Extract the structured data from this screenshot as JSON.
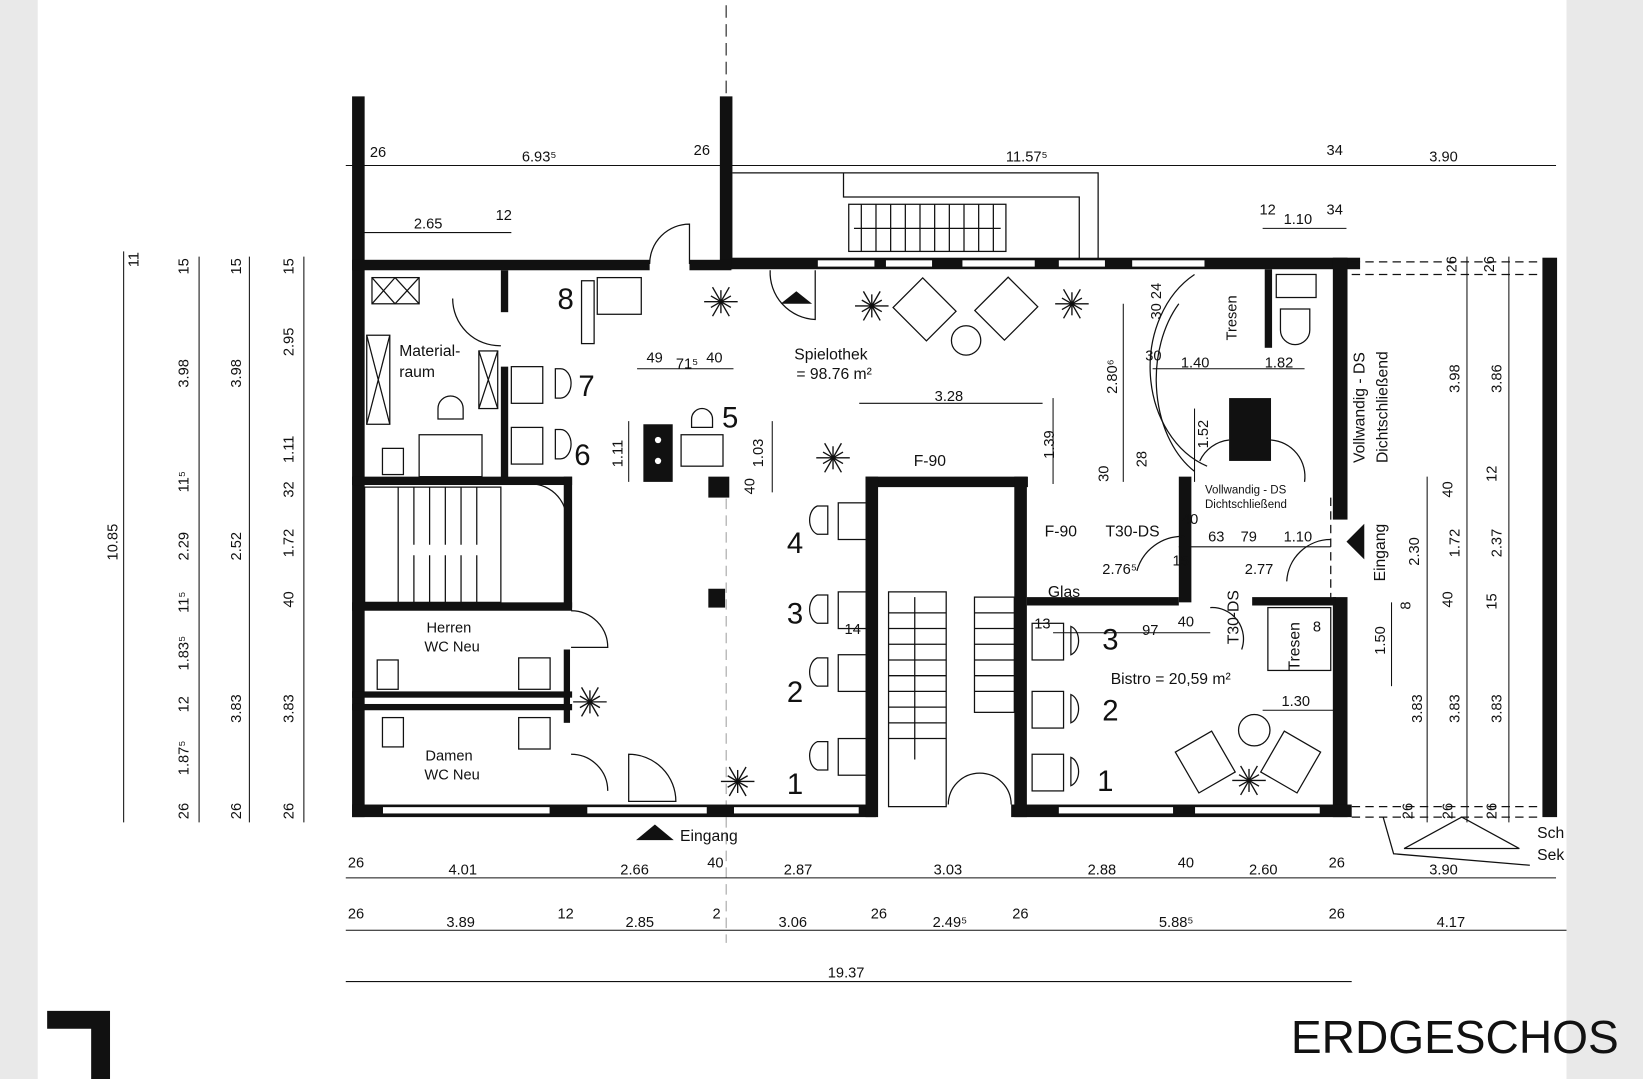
{
  "title": "ERDGESCHOS",
  "rooms": {
    "spielothek": "Spielothek",
    "spielothek_area": "= 98.76 m²",
    "material_1": "Material-",
    "material_2": "raum",
    "herren_1": "Herren",
    "herren_2": "WC Neu",
    "damen_1": "Damen",
    "damen_2": "WC Neu",
    "bistro": "Bistro = 20,59 m²",
    "tresen_top": "Tresen",
    "tresen_bistro": "Tresen"
  },
  "labels": {
    "f90_top": "F-90",
    "f90_side": "F-90",
    "t30ds_1": "T30-DS",
    "t30ds_2": "T30-DS",
    "glas": "Glas",
    "eingang_bottom": "Eingang",
    "eingang_right": "Eingang",
    "vollwandig_right_1": "Vollwandig - DS",
    "vollwandig_right_2": "Dichtschließend",
    "vollwandig_center_1": "Vollwandig - DS",
    "vollwandig_center_2": "Dichtschließend",
    "cut_1": "Sch",
    "cut_2": "Sek"
  },
  "stations": [
    "8",
    "7",
    "6",
    "5",
    "4",
    "3",
    "2",
    "1"
  ],
  "bistro_stations": [
    "3",
    "2",
    "1"
  ],
  "dimensions": [
    "26",
    "6.93⁵",
    "26",
    "11.57⁵",
    "34",
    "3.90",
    "2.65",
    "12",
    "12",
    "1.10",
    "34",
    "10.85",
    "11",
    "15",
    "3.98",
    "11⁵",
    "2.29",
    "11⁵",
    "1.83⁵",
    "12",
    "1.87⁵",
    "26",
    "15",
    "3.98",
    "2.52",
    "3.83",
    "26",
    "15",
    "2.95",
    "1.11",
    "32",
    "1.72",
    "40",
    "3.83",
    "26",
    "49",
    "71⁵",
    "40",
    "1.11",
    "1.03",
    "40",
    "3.28",
    "1.39",
    "2.80⁶",
    "30 24",
    "30",
    "1.40",
    "1.82",
    "1.52",
    "30",
    "28",
    "40",
    "63",
    "79",
    "1.10",
    "2.76⁵",
    "15",
    "2.77",
    "14",
    "13",
    "97",
    "40",
    "8",
    "1.30",
    "2.30",
    "8",
    "1.50",
    "3.83",
    "26",
    "26",
    "3.98",
    "40",
    "1.72",
    "40",
    "3.83",
    "26",
    "26",
    "3.86",
    "12",
    "2.37",
    "15",
    "3.83",
    "26",
    "26",
    "4.01",
    "2.66",
    "40",
    "2.87",
    "3.03",
    "2.88",
    "40",
    "2.60",
    "26",
    "3.90",
    "26",
    "3.89",
    "12",
    "2.85",
    "2",
    "3.06",
    "26",
    "2.49⁵",
    "26",
    "5.88⁵",
    "26",
    "4.17",
    "19.37"
  ],
  "colors": {
    "ink": "#111111",
    "paper": "#ffffff",
    "margin": "#e9e9e9"
  }
}
